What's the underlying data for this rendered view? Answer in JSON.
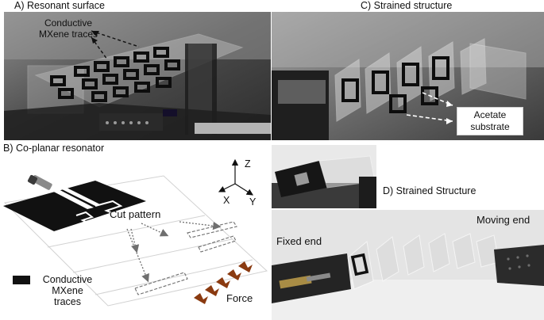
{
  "panels": {
    "a": {
      "title": "A) Resonant surface",
      "callout": [
        "Conductive",
        "MXene traces"
      ]
    },
    "c": {
      "title": "C) Strained structure",
      "callout": [
        "Acetate",
        "substrate"
      ]
    },
    "b": {
      "title": "B) Co-planar resonator",
      "cut_pattern": "Cut pattern",
      "force": "Force",
      "legend": [
        "Conductive",
        "MXene",
        "traces"
      ],
      "axes": {
        "z": "Z",
        "x": "X",
        "y": "Y"
      }
    },
    "d": {
      "title": "D) Strained Structure",
      "fixed_end": "Fixed end",
      "moving_end": "Moving end"
    }
  },
  "colors": {
    "trace": "#111111",
    "force_arrow": "#8a3a10",
    "cut_line": "#6f6f6f",
    "photo_bg": "#5a5a5a"
  }
}
